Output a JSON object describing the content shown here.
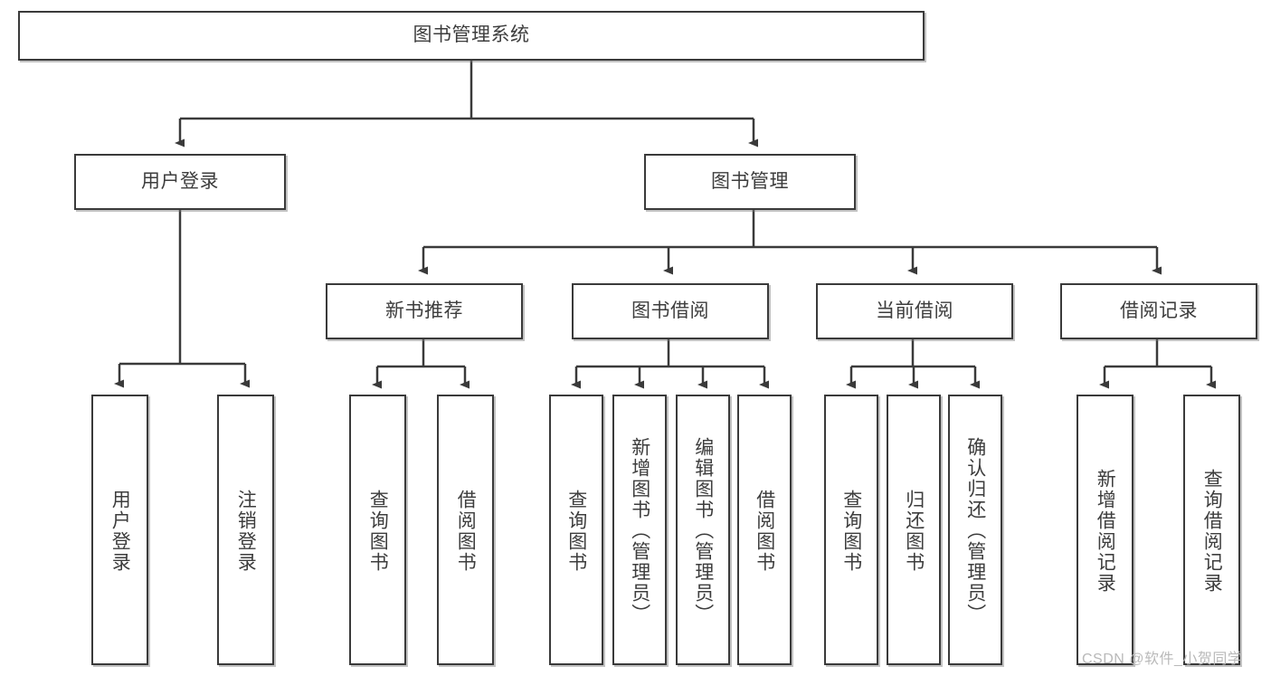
{
  "diagram": {
    "type": "tree",
    "title": "图书管理系统",
    "stroke_color": "#3a3a3a",
    "text_color": "#3d3d3d",
    "background": "#ffffff"
  },
  "nodes": {
    "root": {
      "label": "图书管理系统"
    },
    "level1": [
      {
        "label": "用户登录"
      },
      {
        "label": "图书管理"
      }
    ],
    "level2": [
      {
        "label": "新书推荐"
      },
      {
        "label": "图书借阅"
      },
      {
        "label": "当前借阅"
      },
      {
        "label": "借阅记录"
      }
    ],
    "leaves_user_login": [
      {
        "label": "用户登录"
      },
      {
        "label": "注销登录"
      }
    ],
    "leaves_new_book": [
      {
        "label": "查询图书"
      },
      {
        "label": "借阅图书"
      }
    ],
    "leaves_borrow": [
      {
        "label": "查询图书"
      },
      {
        "label": "新增图书（管理员）"
      },
      {
        "label": "编辑图书（管理员）"
      },
      {
        "label": "借阅图书"
      }
    ],
    "leaves_current": [
      {
        "label": "查询图书"
      },
      {
        "label": "归还图书"
      },
      {
        "label": "确认归还（管理员）"
      }
    ],
    "leaves_records": [
      {
        "label": "新增借阅记录"
      },
      {
        "label": "查询借阅记录"
      }
    ]
  },
  "watermark": {
    "text": "CSDN @软件_小贺同学"
  }
}
